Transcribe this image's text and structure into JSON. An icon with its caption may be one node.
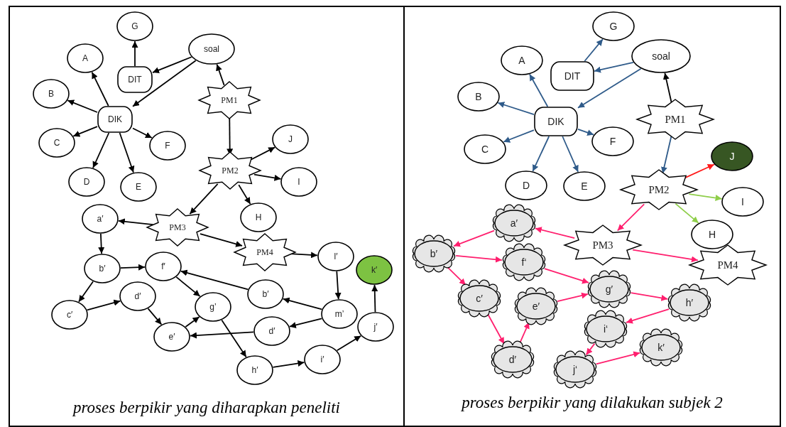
{
  "diagram": {
    "nodes": [
      {
        "text": [
          "proses berpikir yang diharapkan peneliti"
        ]
      },
      {
        "text": [
          "G"
        ],
        "in": 0
      },
      {
        "text": [
          "soal"
        ],
        "in": 0
      },
      {
        "text": [
          "A"
        ],
        "in": 0
      },
      {
        "text": [
          "DIT"
        ],
        "in": 0
      },
      {
        "text": [
          "B"
        ],
        "in": 0
      },
      {
        "text": [
          "PM1"
        ],
        "in": 0
      },
      {
        "text": [
          "DIK"
        ],
        "in": 0
      },
      {
        "text": [
          "C"
        ],
        "in": 0
      },
      {
        "text": [
          "F"
        ],
        "in": 0
      },
      {
        "text": [
          "J"
        ],
        "in": 0
      },
      {
        "text": [
          "D"
        ],
        "in": 0
      },
      {
        "text": [
          "E"
        ],
        "in": 0
      },
      {
        "text": [
          "PM2"
        ],
        "in": 0
      },
      {
        "text": [
          "I"
        ],
        "in": 0
      },
      {
        "text": [
          "H"
        ],
        "in": 0
      },
      {
        "text": [
          "a′"
        ],
        "in": 0
      },
      {
        "text": [
          "PM3"
        ],
        "in": 0
      },
      {
        "text": [
          "PM4"
        ],
        "in": 0
      },
      {
        "text": [
          "l′"
        ],
        "in": 0
      },
      {
        "text": [
          "k′"
        ],
        "in": 0
      },
      {
        "text": [
          "b′"
        ],
        "in": 0
      },
      {
        "text": [
          "f′"
        ],
        "in": 0
      },
      {
        "text": [
          "b′"
        ],
        "in": 0
      },
      {
        "text": [
          "c′"
        ],
        "in": 0
      },
      {
        "text": [
          "d′"
        ],
        "in": 0
      },
      {
        "text": [
          "g’"
        ],
        "in": 0
      },
      {
        "text": [
          "m’"
        ],
        "in": 0
      },
      {
        "text": [
          "d′"
        ],
        "in": 0
      },
      {
        "text": [
          "e′"
        ],
        "in": 0
      },
      {
        "text": [
          "j′"
        ],
        "in": 0
      },
      {
        "text": [
          "h′"
        ],
        "in": 0
      },
      {
        "text": [
          "i′"
        ],
        "in": 0
      },
      {
        "text": [
          "proses berpikir yang dilakukan subjek 2"
        ]
      },
      {
        "text": [
          "G"
        ],
        "in": 33
      },
      {
        "text": [
          "soal"
        ],
        "in": 33
      },
      {
        "text": [
          "A"
        ],
        "in": 33
      },
      {
        "text": [
          "DIT"
        ],
        "in": 33
      },
      {
        "text": [
          "B"
        ],
        "in": 33
      },
      {
        "text": [
          "PM1"
        ],
        "in": 33
      },
      {
        "text": [
          "DIK"
        ],
        "in": 33
      },
      {
        "text": [
          "F"
        ],
        "in": 33
      },
      {
        "text": [
          "C"
        ],
        "in": 33
      },
      {
        "text": [
          "J"
        ],
        "in": 33
      },
      {
        "text": [
          "D"
        ],
        "in": 33
      },
      {
        "text": [
          "E"
        ],
        "in": 33
      },
      {
        "text": [
          "PM2"
        ],
        "in": 33
      },
      {
        "text": [
          "I"
        ],
        "in": 33
      },
      {
        "text": [
          "H"
        ],
        "in": 33
      },
      {
        "text": [
          "a′"
        ],
        "in": 33
      },
      {
        "text": [
          "PM3"
        ],
        "in": 33
      },
      {
        "text": [
          "b′"
        ],
        "in": 33
      },
      {
        "text": [
          "f‘"
        ],
        "in": 33
      },
      {
        "text": [
          "PM4"
        ],
        "in": 33
      },
      {
        "text": [
          "g′"
        ],
        "in": 33
      },
      {
        "text": [
          "c′"
        ],
        "in": 33
      },
      {
        "text": [
          "e′"
        ],
        "in": 33
      },
      {
        "text": [
          "h′"
        ],
        "in": 33
      },
      {
        "text": [
          "i‘"
        ],
        "in": 33
      },
      {
        "text": [
          "k′"
        ],
        "in": 33
      },
      {
        "text": [
          "d′"
        ],
        "in": 33
      },
      {
        "text": [
          "j‘"
        ],
        "in": 33
      }
    ],
    "edges": [
      {
        "from": 2,
        "to": 4,
        "arrow": "to"
      },
      {
        "from": 2,
        "to": 7,
        "arrow": "to"
      },
      {
        "from": 4,
        "to": 1,
        "arrow": "to"
      },
      {
        "from": 6,
        "to": 2,
        "arrow": "to"
      },
      {
        "from": 7,
        "to": 3,
        "arrow": "to"
      },
      {
        "from": 7,
        "to": 5,
        "arrow": "to"
      },
      {
        "from": 7,
        "to": 8,
        "arrow": "to"
      },
      {
        "from": 7,
        "to": 11,
        "arrow": "to"
      },
      {
        "from": 7,
        "to": 12,
        "arrow": "to"
      },
      {
        "from": 7,
        "to": 9,
        "arrow": "to"
      },
      {
        "from": 6,
        "to": 13,
        "arrow": "to"
      },
      {
        "from": 13,
        "to": 10,
        "arrow": "to"
      },
      {
        "from": 13,
        "to": 14,
        "arrow": "to"
      },
      {
        "from": 13,
        "to": 15,
        "arrow": "to"
      },
      {
        "from": 13,
        "to": 17,
        "arrow": "to"
      },
      {
        "from": 17,
        "to": 16,
        "arrow": "to"
      },
      {
        "from": 17,
        "to": 18,
        "arrow": "to"
      },
      {
        "from": 18,
        "to": 19,
        "arrow": "to"
      },
      {
        "from": 16,
        "to": 21,
        "arrow": "to"
      },
      {
        "from": 21,
        "to": 22,
        "arrow": "to"
      },
      {
        "from": 21,
        "to": 24,
        "arrow": "to"
      },
      {
        "from": 24,
        "to": 25,
        "arrow": "to"
      },
      {
        "from": 25,
        "to": 29,
        "arrow": "to"
      },
      {
        "from": 29,
        "to": 26,
        "arrow": "to"
      },
      {
        "from": 22,
        "to": 26,
        "arrow": "to"
      },
      {
        "from": 23,
        "to": 22,
        "arrow": "to"
      },
      {
        "from": 19,
        "to": 27,
        "arrow": "to"
      },
      {
        "from": 27,
        "to": 23,
        "arrow": "to"
      },
      {
        "from": 27,
        "to": 28,
        "arrow": "to"
      },
      {
        "from": 28,
        "to": 29,
        "arrow": "to"
      },
      {
        "from": 26,
        "to": 31,
        "arrow": "to"
      },
      {
        "from": 31,
        "to": 32,
        "arrow": "to"
      },
      {
        "from": 32,
        "to": 30,
        "arrow": "to"
      },
      {
        "from": 30,
        "to": 20,
        "arrow": "to"
      },
      {
        "from": 35,
        "to": 37,
        "arrow": "to",
        "color": "#2f5b8a"
      },
      {
        "from": 35,
        "to": 40,
        "arrow": "to",
        "color": "#2f5b8a"
      },
      {
        "from": 37,
        "to": 34,
        "arrow": "to",
        "color": "#2f5b8a"
      },
      {
        "from": 39,
        "to": 35,
        "arrow": "to"
      },
      {
        "from": 40,
        "to": 36,
        "arrow": "to",
        "color": "#2f5b8a"
      },
      {
        "from": 40,
        "to": 38,
        "arrow": "to",
        "color": "#2f5b8a"
      },
      {
        "from": 40,
        "to": 42,
        "arrow": "to",
        "color": "#2f5b8a"
      },
      {
        "from": 40,
        "to": 44,
        "arrow": "to",
        "color": "#2f5b8a"
      },
      {
        "from": 40,
        "to": 45,
        "arrow": "to",
        "color": "#2f5b8a"
      },
      {
        "from": 40,
        "to": 41,
        "arrow": "to",
        "color": "#2f5b8a"
      },
      {
        "from": 39,
        "to": 46,
        "arrow": "to",
        "color": "#2f5b8a"
      },
      {
        "from": 46,
        "to": 43,
        "arrow": "to",
        "color": "#ff1a1a"
      },
      {
        "from": 46,
        "to": 47,
        "arrow": "to",
        "color": "#8fce4a"
      },
      {
        "from": 46,
        "to": 48,
        "arrow": "to",
        "color": "#8fce4a"
      },
      {
        "from": 46,
        "to": 50,
        "arrow": "to",
        "color": "#ff1f6e"
      },
      {
        "from": 50,
        "to": 49,
        "arrow": "to",
        "color": "#ff1f6e"
      },
      {
        "from": 50,
        "to": 53,
        "arrow": "to",
        "color": "#ff1f6e"
      },
      {
        "from": 49,
        "to": 51,
        "arrow": "to",
        "color": "#ff1f6e"
      },
      {
        "from": 51,
        "to": 52,
        "arrow": "to",
        "color": "#ff1f6e"
      },
      {
        "from": 51,
        "to": 55,
        "arrow": "to",
        "color": "#ff1f6e"
      },
      {
        "from": 52,
        "to": 54,
        "arrow": "to",
        "color": "#ff1f6e"
      },
      {
        "from": 55,
        "to": 60,
        "arrow": "to",
        "color": "#ff1f6e"
      },
      {
        "from": 60,
        "to": 56,
        "arrow": "to",
        "color": "#ff1f6e"
      },
      {
        "from": 56,
        "to": 54,
        "arrow": "to",
        "color": "#ff1f6e"
      },
      {
        "from": 54,
        "to": 57,
        "arrow": "to",
        "color": "#ff1f6e"
      },
      {
        "from": 57,
        "to": 58,
        "arrow": "to",
        "color": "#ff1f6e"
      },
      {
        "from": 58,
        "to": 61,
        "arrow": "to",
        "color": "#ff1f6e"
      },
      {
        "from": 61,
        "to": 59,
        "arrow": "to",
        "color": "#ff1f6e"
      }
    ]
  }
}
